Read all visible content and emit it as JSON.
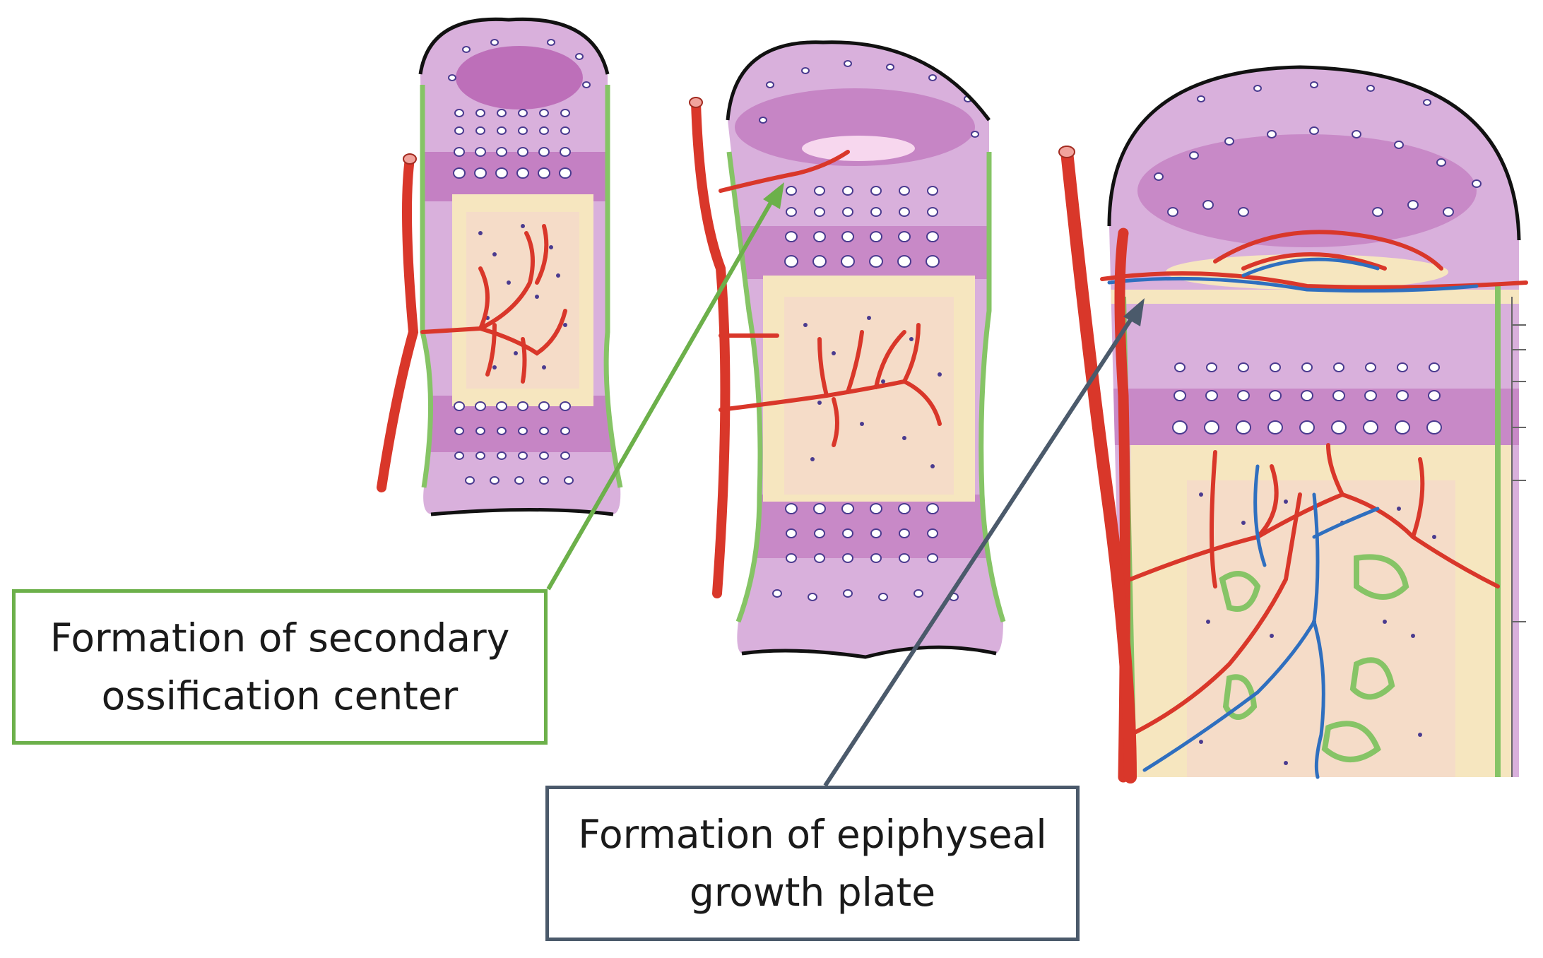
{
  "callouts": {
    "secondary_center": {
      "line1": "Formation of secondary",
      "line2": "ossification center",
      "border_color": "#6cb04a"
    },
    "growth_plate": {
      "line1": "Formation of epiphyseal",
      "line2": "growth plate",
      "border_color": "#4b5a6b"
    }
  },
  "colors": {
    "cartilage": "#d9b0dc",
    "hypertrophic_band": "#b35aae",
    "marrow": "#f5dcc8",
    "bone": "#f6e6bf",
    "periosteum": "#86c466",
    "artery": "#d9372a",
    "vein": "#2f6fbf",
    "cell_fill": "#ffffff",
    "cell_nucleus": "#4a3b8f",
    "outline": "#111111"
  },
  "icons": [
    "bone-diagram-early",
    "bone-diagram-middle",
    "bone-diagram-late"
  ]
}
